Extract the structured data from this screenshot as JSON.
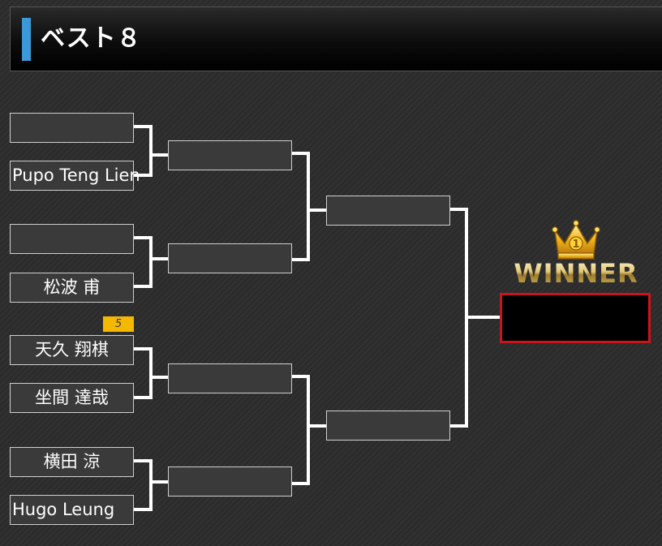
{
  "header": {
    "title": "ベスト８",
    "accent_color": "#3a9ad9"
  },
  "bracket": {
    "round1": [
      {
        "name": ""
      },
      {
        "name": "Pupo Teng Lien"
      },
      {
        "name": ""
      },
      {
        "name": "松波 甫"
      },
      {
        "name": "天久 翔棋"
      },
      {
        "name": "坐間 達哉"
      },
      {
        "name": "横田 涼"
      },
      {
        "name": "Hugo Leung"
      }
    ],
    "round2": [
      {
        "name": ""
      },
      {
        "name": ""
      },
      {
        "name": ""
      },
      {
        "name": ""
      }
    ],
    "round3": [
      {
        "name": ""
      },
      {
        "name": ""
      }
    ],
    "seed_badge": "5"
  },
  "winner": {
    "title": "WINNER",
    "name": "",
    "crown_label": "1",
    "border_color": "#c8161d"
  }
}
